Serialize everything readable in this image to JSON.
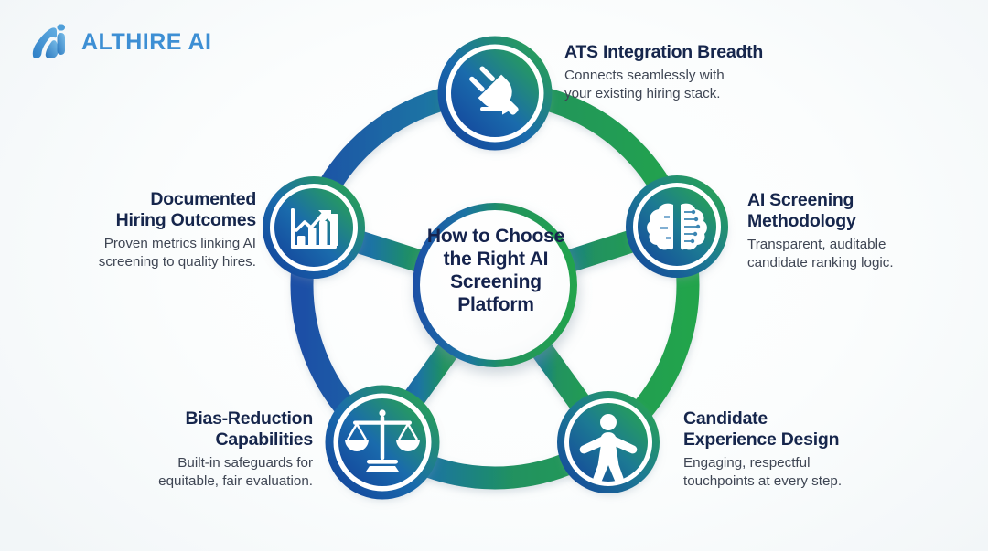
{
  "brand": {
    "name": "ALTHIRE AI",
    "logo_icon": "althire-monogram-icon",
    "logo_color": "#3d8fd4"
  },
  "hub": {
    "title": "How to\nChoose the\nRight AI\nScreening\nPlatform"
  },
  "palette": {
    "blue": "#1b56a4",
    "deep_blue": "#15398c",
    "green": "#23a24c",
    "teal": "#1f8f7a",
    "title_text": "#16264c",
    "body_text": "#3f4654",
    "background": "#f2f6f8"
  },
  "nodes": [
    {
      "id": "ats-integration-breadth",
      "icon": "plug-arrow-icon",
      "title": "ATS Integration Breadth",
      "desc": "Connects seamlessly with\nyour existing hiring stack.",
      "align": "left"
    },
    {
      "id": "ai-screening-methodology",
      "icon": "brain-circuit-icon",
      "title": "AI Screening\nMethodology",
      "desc": "Transparent, auditable\ncandidate ranking logic.",
      "align": "left"
    },
    {
      "id": "candidate-experience-design",
      "icon": "person-open-arms-icon",
      "title": "Candidate\nExperience Design",
      "desc": "Engaging, respectful\ntouchpoints at every step.",
      "align": "left"
    },
    {
      "id": "bias-reduction-capabilities",
      "icon": "balance-scales-icon",
      "title": "Bias-Reduction\nCapabilities",
      "desc": "Built-in safeguards for\nequitable, fair evaluation.",
      "align": "right"
    },
    {
      "id": "documented-hiring-outcomes",
      "icon": "growth-bar-chart-icon",
      "title": "Documented\nHiring Outcomes",
      "desc": "Proven metrics linking AI\nscreening to quality hires.",
      "align": "right"
    }
  ]
}
